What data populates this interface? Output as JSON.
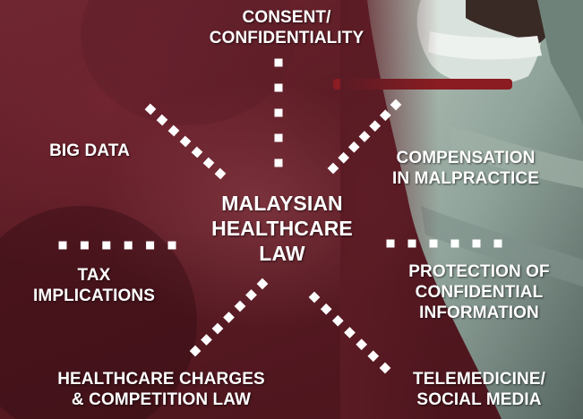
{
  "center": {
    "title": "MALAYSIAN\nHEALTHCARE\nLAW"
  },
  "topics": {
    "consent": "CONSENT/\nCONFIDENTIALITY",
    "big_data": "BIG DATA",
    "compensation": "COMPENSATION\nIN MALPRACTICE",
    "tax": "TAX\nIMPLICATIONS",
    "protection": "PROTECTION OF\nCONFIDENTIAL\nINFORMATION",
    "charges": "HEALTHCARE CHARGES\n& COMPETITION LAW",
    "telemedicine": "TELEMEDICINE/\nSOCIAL MEDIA"
  },
  "colors": {
    "background": "#5a1a22",
    "text": "#ffffff",
    "connector_dots": "#ffffff",
    "scrubs_accent": "#8a1c22"
  }
}
